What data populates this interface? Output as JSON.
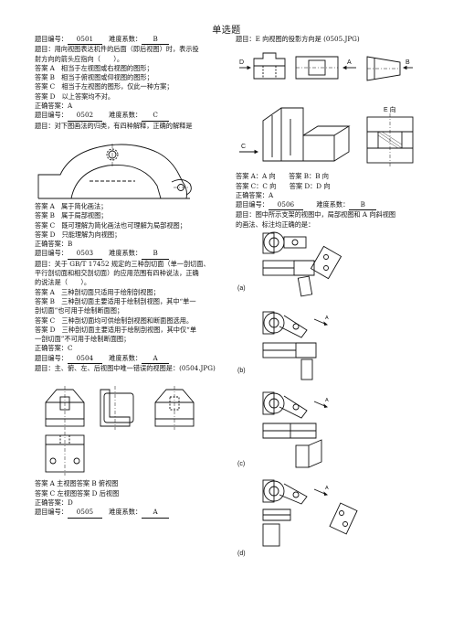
{
  "page_title": "单选题",
  "left": {
    "q0501": {
      "id_label": "题目编号：",
      "id": "0501",
      "diff_label": "难度系数：",
      "diff": "B",
      "stem1": "题目：用向视图表达机件的后面（即后视图）时，表示投",
      "stem2": "射方向的箭头应指向（　　）。",
      "a": "答案 A　相当于左视图或右视图的图形；",
      "b": "答案 B　相当于俯视图或仰视图的图形；",
      "c": "答案 C　相当于左视图的图形，仅此一种方案；",
      "d": "答案 D　以上答案均不对。",
      "correct": "正确答案：A"
    },
    "q0502": {
      "id_label": "题目编号：",
      "id": "0502",
      "diff_label": "难度系数：",
      "diff": "C",
      "stem1": "题目：对下图画法的归类，有四种解释，正确的解释是",
      "a": "答案 A　属于简化画法；",
      "b": "答案 B　属于局部视图；",
      "c": "答案 C　既可理解为简化画法也可理解为局部视图；",
      "d": "答案 D　只能理解为向视图；",
      "correct": "正确答案：B"
    },
    "q0503": {
      "id_label": "题目编号：",
      "id": "0503",
      "diff_label": "难度系数：",
      "diff": "B",
      "stem1": "题目：关于 GB/T 17452 规定的三种剖切面（单一剖切面、",
      "stem2": "平行剖切面和相交剖切面）的应用范围有四种说法，正确",
      "stem3": "的说法是（　　）。",
      "a": "答案 A　三种剖切面只适用于绘制剖视图；",
      "b1": "答案 B　三种剖切面主要适用于绘制剖视图，其中“单一",
      "b2": "剖切面”也可用于绘制断面图；",
      "c": "答案 C　三种剖切面均可供绘制剖视图和断面图选用。",
      "d1": "答案 D　三种剖切面主要适用于绘制剖视图，其中仅“单",
      "d2": "一剖切面”不可用于绘制断面图；",
      "correct": "正确答案：C"
    },
    "q0504": {
      "id_label": "题目编号：",
      "id": "0504",
      "diff_label": "难度系数：",
      "diff": "A",
      "stem1": "题目：主、俯、左、后视图中唯一错误的视图是：(0504.JPG)",
      "ans1": "答案 A 主视图答案 B 俯视图",
      "ans2": "答案 C 左视图答案 D 后视图",
      "correct": "正确答案：D"
    },
    "q0505": {
      "id_label": "题目编号：",
      "id": "0505",
      "diff_label": "难度系数：",
      "diff": "A"
    }
  },
  "right": {
    "q0505": {
      "stem": "题目：E 向视图的投影方向是 (0505.JPG)",
      "ans1": "答案 A：A 向　　答案 B：B 向",
      "ans2": "答案 C：C 向　　答案 D：D 向",
      "correct": "正确答案：A",
      "fig_labels": {
        "d": "D",
        "a": "A",
        "b": "B",
        "c": "C",
        "e": "E 向"
      }
    },
    "q0506": {
      "id_label": "题目编号：",
      "id": "0506",
      "diff_label": "难度系数：",
      "diff": "B",
      "stem1": "题目：图中所示支架的视图中，局部视图和 A 向斜视图",
      "stem2": "的画法、标注均正确的是：",
      "opt_a": "(a)",
      "opt_b": "(b)",
      "opt_c": "(c)",
      "opt_d": "(d)",
      "arrow_a": "A"
    }
  }
}
